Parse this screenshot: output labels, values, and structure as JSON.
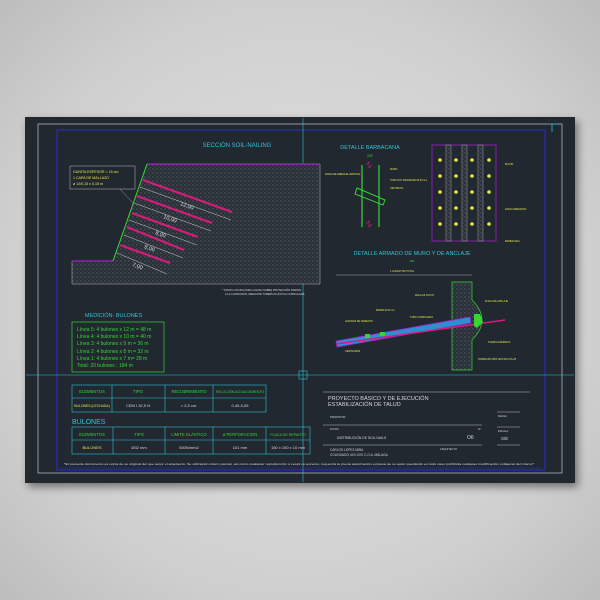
{
  "soil_section": {
    "title": "SECCIÓN SOIL-NAILING",
    "callout": [
      "GUNITA ESPESOR = 15 cm.",
      "1 CAPA DE MALLAZO",
      "ø 12/0,15 x 0,15 m"
    ],
    "nail_lengths": [
      "12,00",
      "10,00",
      "8,00",
      "8,00",
      "7,00"
    ],
    "note": [
      "* TODOS LOS BULONES LLEVAN SOBRE PROTECCIÓN FRENTE",
      "A LA CORROSIÓN, MEDIANTE TUBERÍA PLÁSTICA CORRUGADA."
    ]
  },
  "medicion": {
    "title": "MEDICIÓN- BULONES",
    "lines": [
      "Línea 5: 4 bulones x 12 m = 48 m",
      "Línea 4: 4 bulones x 10 m = 40 m",
      "Línea 3: 4 bulones x 9 m = 36 m",
      "Línea 2: 4 bulones x 8 m = 32 m",
      "Línea 1: 4 bulones x 7 m= 28 m",
      "Total: 20 bulones ; 184 m"
    ]
  },
  "table_lechada": {
    "headers": [
      "ELEMENTOS",
      "TIPO",
      "RECUBRIMIENTO",
      "RELACIÓN AGUA/CEMENTO"
    ],
    "row": [
      "BULONES (LECHADA)",
      "CEM I 32,5 N",
      "> 2,5 cm.",
      "0,45-0,55"
    ]
  },
  "table_bulones": {
    "title": "BULONES",
    "headers": [
      "ELEMENTOS",
      "TIPO",
      "LIMITE ELÁSTICO",
      "ø PERFORACION",
      "PLACA DE REPARTO"
    ],
    "row": [
      "BULONES",
      "Ø32 mm",
      "500N/mm2",
      "101 mm",
      "150 x 150 x 10 mm"
    ]
  },
  "footer_note": "*El presente documento es copia de su original del que autor el arquitecto. Su utilización total o parcial, así como cualquier reproducción o cesión a terceros, requerirá la previa autorización expresa de su autor quedando en todo caso prohibida cualquier modificación unilateral del mismo*",
  "barbacana": {
    "title": "DETALLE BARBACANA",
    "scale": "S/E",
    "labels": [
      "ZANJA DE DRENAJE VERTICAL",
      "MURO",
      "TUBO PVC RANURADO Ø 50 mm",
      "GEOTEXTIL",
      "BULÓN",
      "ZANJA DRENANTE",
      "BARBACANA"
    ]
  },
  "armado": {
    "title": "DETALLE ARMADO DE MURO Y DE ANCLAJE",
    "scale": "S/E",
    "labels": [
      "L LONGITUD TOTAL",
      "MALLA Ø 12/0,15",
      "LECHADA DE CEMENTO",
      "BARRA Ø 32 mm",
      "TUBO CORRUGADO",
      "PLACA DE ANCLAJE",
      "TUERCA ESFÉRICA",
      "HORMIGÓN PROYECTADO HA-25",
      "CENTRADOR"
    ]
  },
  "title_block": {
    "project": [
      "PROYECTO BÁSICO Y DE EJECUCIÓN",
      "ESTABILIZACIÓN DE TALUD"
    ],
    "promotor_label": "PROMOTOR:",
    "plano_label": "PLANO",
    "plano_name": "DISTRIBUCIÓN DE SOIL NAILS",
    "number_label": "Nº",
    "number": "O6",
    "architect_label": "ARQUITECTO",
    "architect": [
      "CARLOS LÓPEZ MIRA",
      "COLEGIADO 4XX.XXX C.O.A. MÁLAGA"
    ],
    "fecha_label": "FECHA",
    "escala_label": "ESCALA",
    "escala": "S/E"
  },
  "colors": {
    "background": "#212830",
    "cyan": "#2ec4d6",
    "green": "#33d633",
    "magenta": "#d81b7a",
    "purple": "#a020c8",
    "blue": "#2a2ad0"
  }
}
